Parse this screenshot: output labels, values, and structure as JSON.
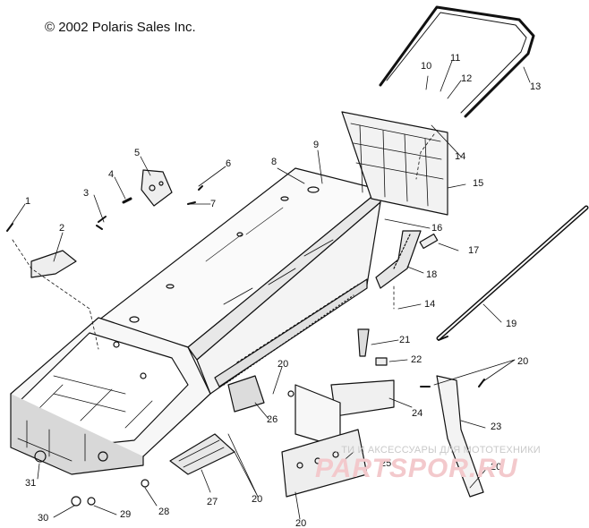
{
  "header": {
    "copyright": "© 2002 Polaris Sales Inc."
  },
  "callouts": [
    {
      "id": "c1",
      "label": "1"
    },
    {
      "id": "c2",
      "label": "2"
    },
    {
      "id": "c3",
      "label": "3"
    },
    {
      "id": "c4",
      "label": "4"
    },
    {
      "id": "c5",
      "label": "5"
    },
    {
      "id": "c6",
      "label": "6"
    },
    {
      "id": "c7",
      "label": "7"
    },
    {
      "id": "c8",
      "label": "8"
    },
    {
      "id": "c9",
      "label": "9"
    },
    {
      "id": "c10",
      "label": "10"
    },
    {
      "id": "c11",
      "label": "11"
    },
    {
      "id": "c12",
      "label": "12"
    },
    {
      "id": "c13",
      "label": "13"
    },
    {
      "id": "c14a",
      "label": "14"
    },
    {
      "id": "c14b",
      "label": "14"
    },
    {
      "id": "c15",
      "label": "15"
    },
    {
      "id": "c16",
      "label": "16"
    },
    {
      "id": "c17",
      "label": "17"
    },
    {
      "id": "c18",
      "label": "18"
    },
    {
      "id": "c19",
      "label": "19"
    },
    {
      "id": "c20a",
      "label": "20"
    },
    {
      "id": "c20b",
      "label": "20"
    },
    {
      "id": "c20c",
      "label": "20"
    },
    {
      "id": "c20d",
      "label": "20"
    },
    {
      "id": "c20e",
      "label": "20"
    },
    {
      "id": "c21",
      "label": "21"
    },
    {
      "id": "c22",
      "label": "22"
    },
    {
      "id": "c23",
      "label": "23"
    },
    {
      "id": "c24",
      "label": "24"
    },
    {
      "id": "c25",
      "label": "25"
    },
    {
      "id": "c26",
      "label": "26"
    },
    {
      "id": "c27",
      "label": "27"
    },
    {
      "id": "c28",
      "label": "28"
    },
    {
      "id": "c29",
      "label": "29"
    },
    {
      "id": "c30",
      "label": "30"
    },
    {
      "id": "c31",
      "label": "31"
    }
  ],
  "watermark": {
    "tagline": "…ТИ И АКСЕССУАРЫ ДЛЯ МОТОТЕХНИКИ",
    "logo": "PARTSPOR.RU"
  }
}
